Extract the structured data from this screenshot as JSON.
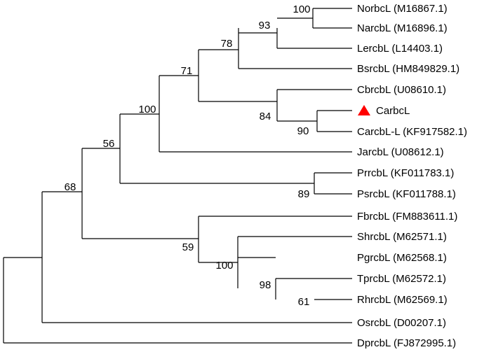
{
  "highlight": {
    "marker": "red-triangle",
    "color": "#ff0000"
  },
  "leaves": [
    {
      "id": "norbcl",
      "label": "NorbcL (M16867.1)"
    },
    {
      "id": "narbcl",
      "label": "NarcbL (M16896.1)"
    },
    {
      "id": "lercbl",
      "label": "LercbL (L14403.1)"
    },
    {
      "id": "bsrcbl",
      "label": "BsrcbL (HM849829.1)"
    },
    {
      "id": "cbrcbl",
      "label": "CbrcbL (U08610.1)"
    },
    {
      "id": "carcbl",
      "label": "CarbcL",
      "highlight": true
    },
    {
      "id": "carcbl-l",
      "label": "CarcbL-L (KF917582.1)"
    },
    {
      "id": "jarcbl",
      "label": "JarcbL (U08612.1)"
    },
    {
      "id": "prrcbl",
      "label": "PrrcbL (KF011783.1)"
    },
    {
      "id": "psrcbl",
      "label": "PsrcbL (KF011788.1)"
    },
    {
      "id": "fbrcbl",
      "label": "FbrcbL (FM883611.1)"
    },
    {
      "id": "shrcbl",
      "label": "ShrcbL (M62571.1)"
    },
    {
      "id": "pgrcbl",
      "label": "PgrcbL (M62568.1)"
    },
    {
      "id": "tprcbl",
      "label": "TprcbL (M62572.1)"
    },
    {
      "id": "rhrcbl",
      "label": "RhrcbL (M62569.1)"
    },
    {
      "id": "osrcbl",
      "label": "OsrcbL (D00207.1)"
    },
    {
      "id": "dprcbl",
      "label": "DprcbL (FJ872995.1)"
    }
  ],
  "support_values": [
    "100",
    "93",
    "78",
    "71",
    "84",
    "90",
    "100",
    "56",
    "89",
    "68",
    "59",
    "100",
    "98",
    "61"
  ]
}
